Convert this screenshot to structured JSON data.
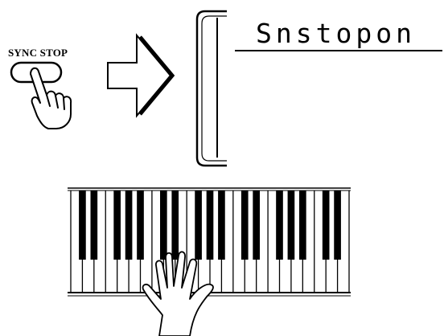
{
  "button": {
    "label": "SYNC STOP"
  },
  "display": {
    "text": "Snstopon"
  },
  "keyboard": {
    "white_keys": 24
  }
}
